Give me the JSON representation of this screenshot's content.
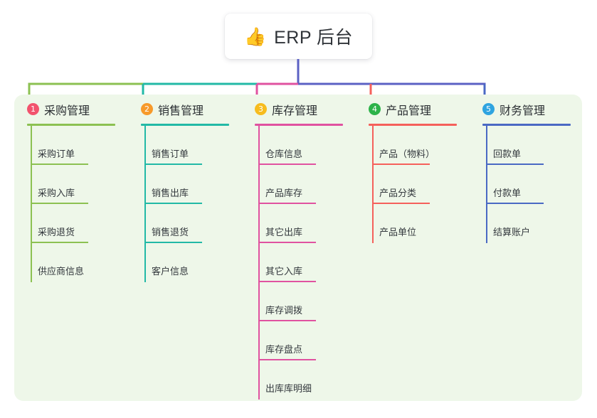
{
  "root": {
    "icon": "thumbs-up-icon",
    "emoji": "👍",
    "title": "ERP 后台"
  },
  "palette": {
    "panel_bg": "#eef7e9",
    "card_bg": "#ffffff",
    "text": "#2b2f33",
    "trunk": "#5b61c4",
    "branch_1": "#8cc152",
    "branch_2": "#22b9a6",
    "branch_3": "#e052a0",
    "branch_4": "#f5605b",
    "branch_5": "#4a69c4",
    "badge_1": "#f2536d",
    "badge_2": "#f79a2b",
    "badge_3": "#f7bc1e",
    "badge_4": "#2db34a",
    "badge_5": "#2fa4e0"
  },
  "columns": [
    {
      "index": "1",
      "title": "采购管理",
      "badge_color": "#f2536d",
      "line_color": "#8cc152",
      "items": [
        "采购订单",
        "采购入库",
        "采购退货",
        "供应商信息"
      ]
    },
    {
      "index": "2",
      "title": "销售管理",
      "badge_color": "#f79a2b",
      "line_color": "#22b9a6",
      "items": [
        "销售订单",
        "销售出库",
        "销售退货",
        "客户信息"
      ]
    },
    {
      "index": "3",
      "title": "库存管理",
      "badge_color": "#f7bc1e",
      "line_color": "#e052a0",
      "items": [
        "仓库信息",
        "产品库存",
        "其它出库",
        "其它入库",
        "库存调拨",
        "库存盘点",
        "出库库明细"
      ]
    },
    {
      "index": "4",
      "title": "产品管理",
      "badge_color": "#2db34a",
      "line_color": "#f5605b",
      "items": [
        "产品（物料）",
        "产品分类",
        "产品单位"
      ]
    },
    {
      "index": "5",
      "title": "财务管理",
      "badge_color": "#2fa4e0",
      "line_color": "#4a69c4",
      "items": [
        "回款单",
        "付款单",
        "结算账户"
      ]
    }
  ]
}
